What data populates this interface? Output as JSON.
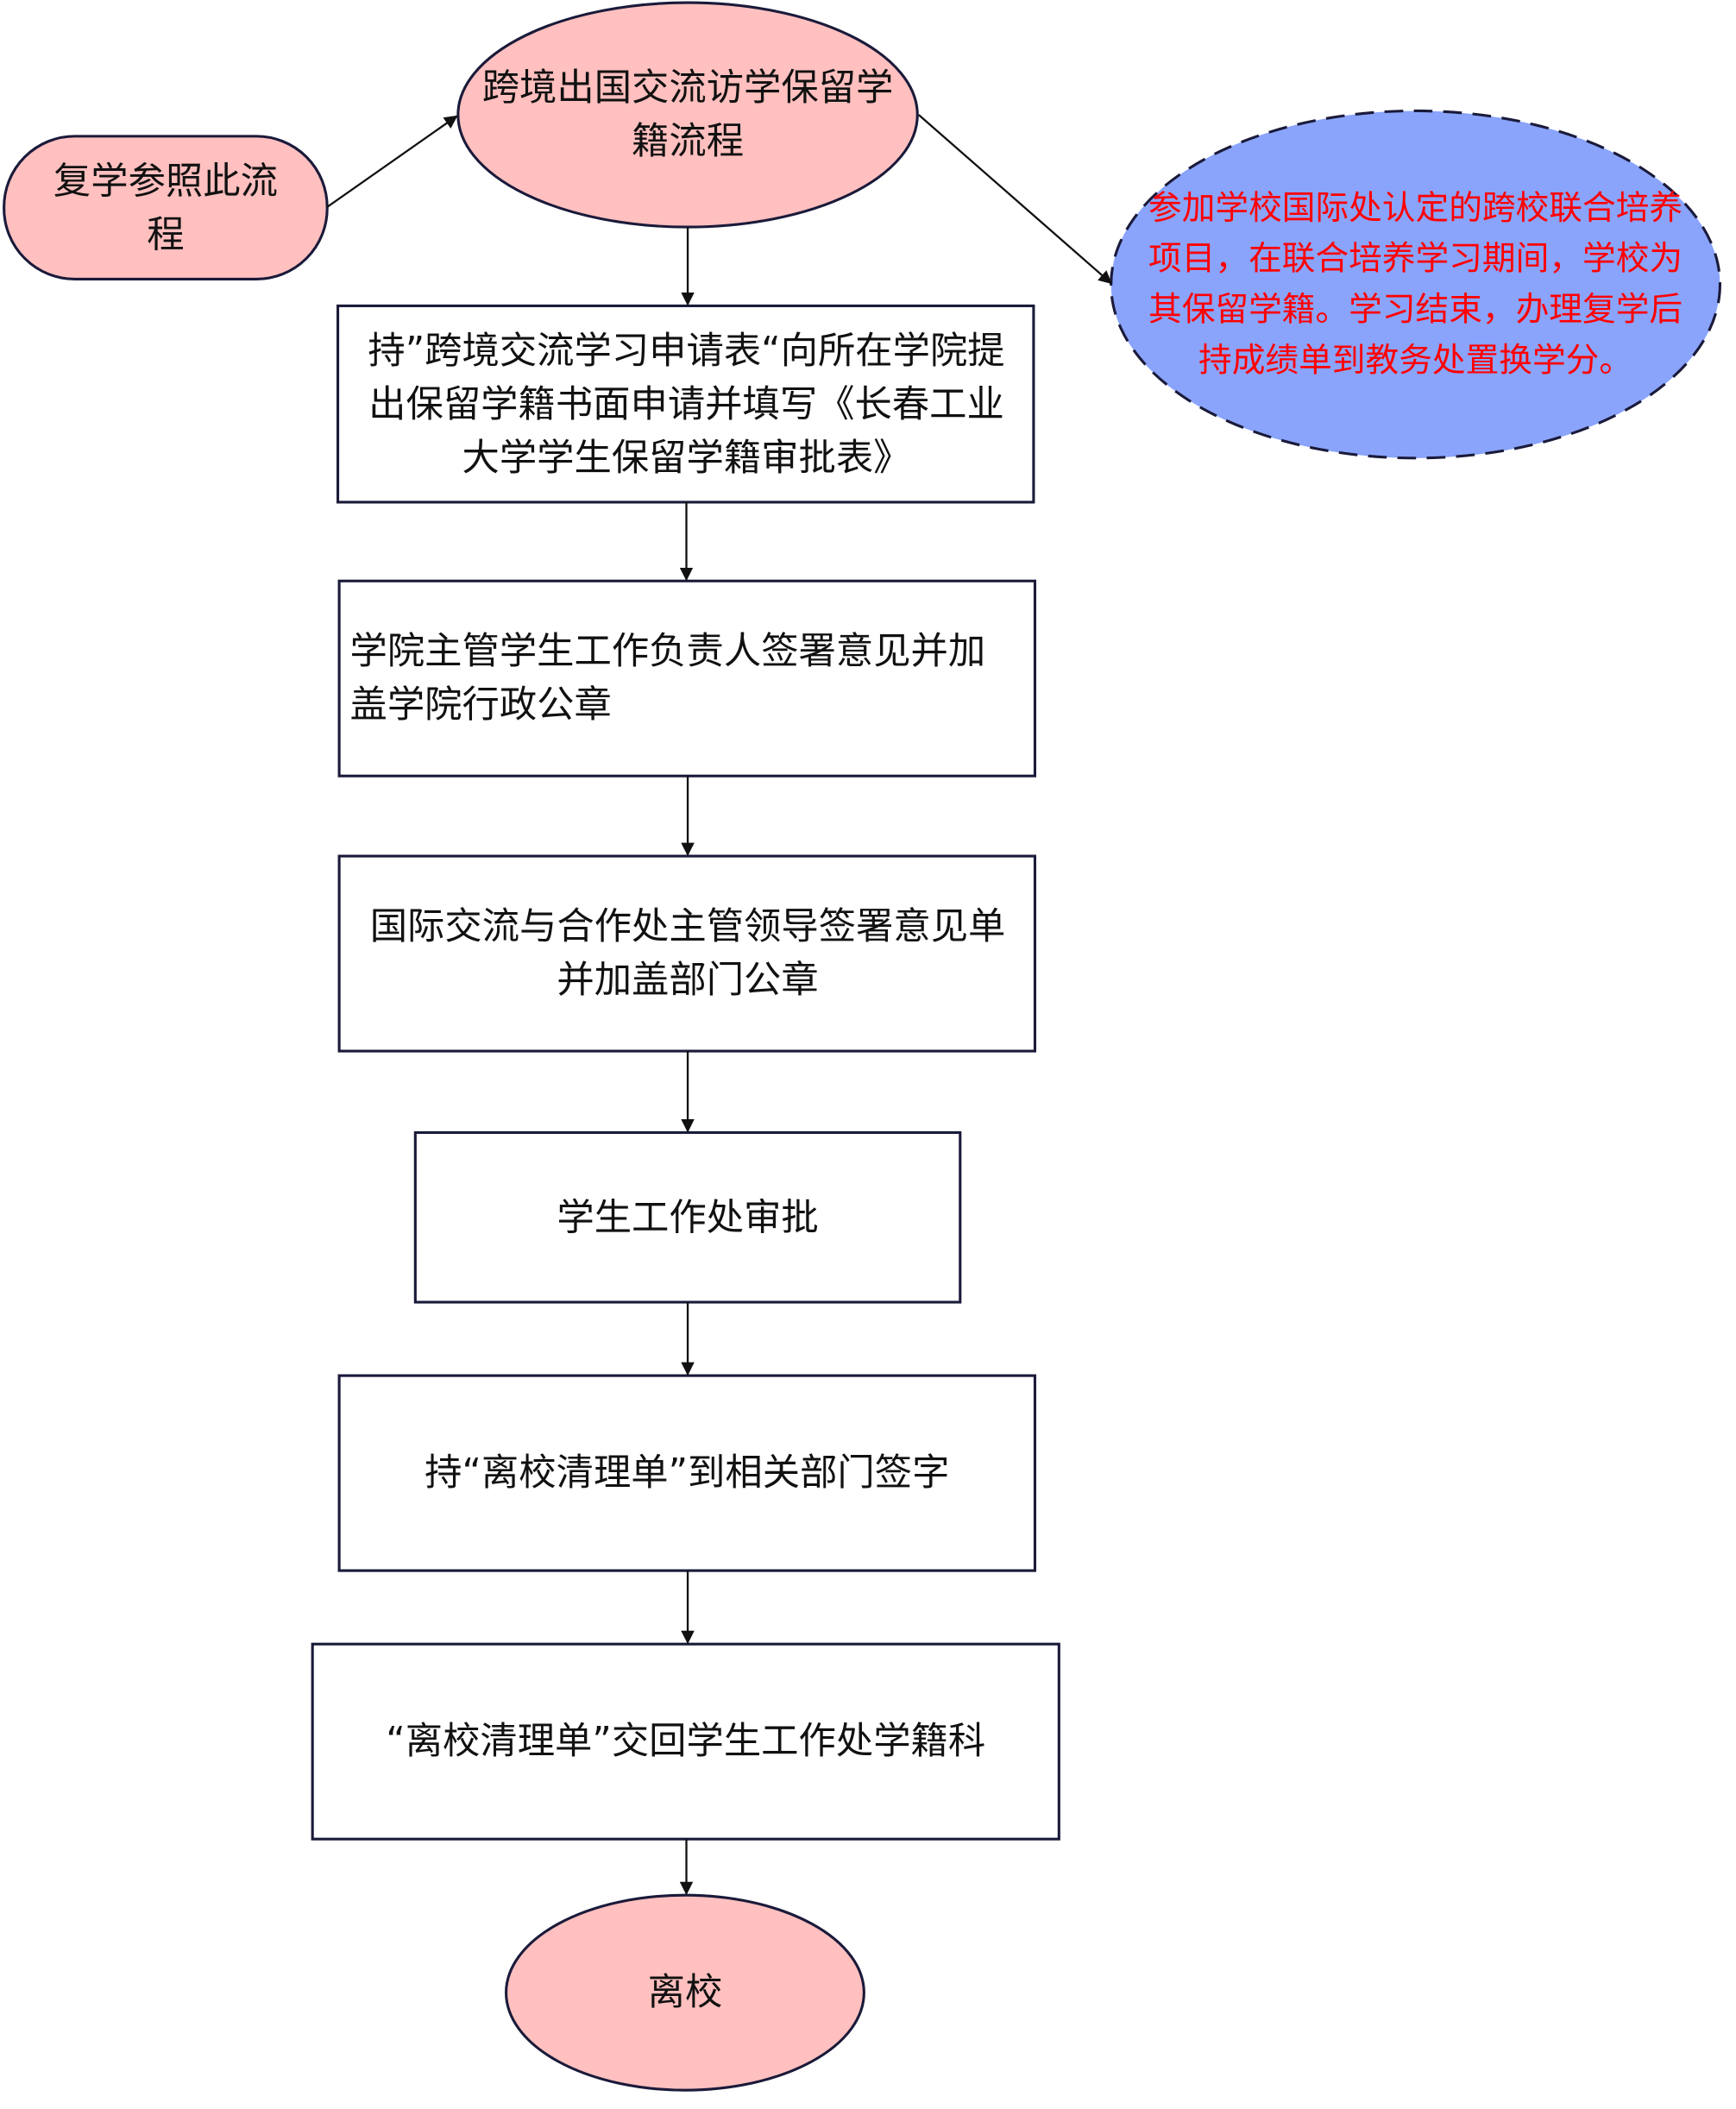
{
  "colors": {
    "pink_fill": "#ffc0bf",
    "blue_fill": "#8aa4fb",
    "stroke": "#1a1a3a",
    "note_text": "#ff0000"
  },
  "nodes": {
    "resume": "复学参照此流程",
    "start": "跨境出国交流访学保留学籍流程",
    "note": "参加学校国际处认定的跨校联合培养项目，在联合培养学习期间，学校为其保留学籍。学习结束，办理复学后持成绩单到教务处置换学分。",
    "step1": "持”跨境交流学习申请表“向所在学院提出保留学籍书面申请并填写《长春工业大学学生保留学籍审批表》",
    "step2": "学院主管学生工作负责人签署意见并加盖学院行政公章",
    "step3": "国际交流与合作处主管领导签署意见单并加盖部门公章",
    "step4": "学生工作处审批",
    "step5": "持“离校清理单”到相关部门签字",
    "step6": "“离校清理单”交回学生工作处学籍科",
    "end": "离校"
  }
}
